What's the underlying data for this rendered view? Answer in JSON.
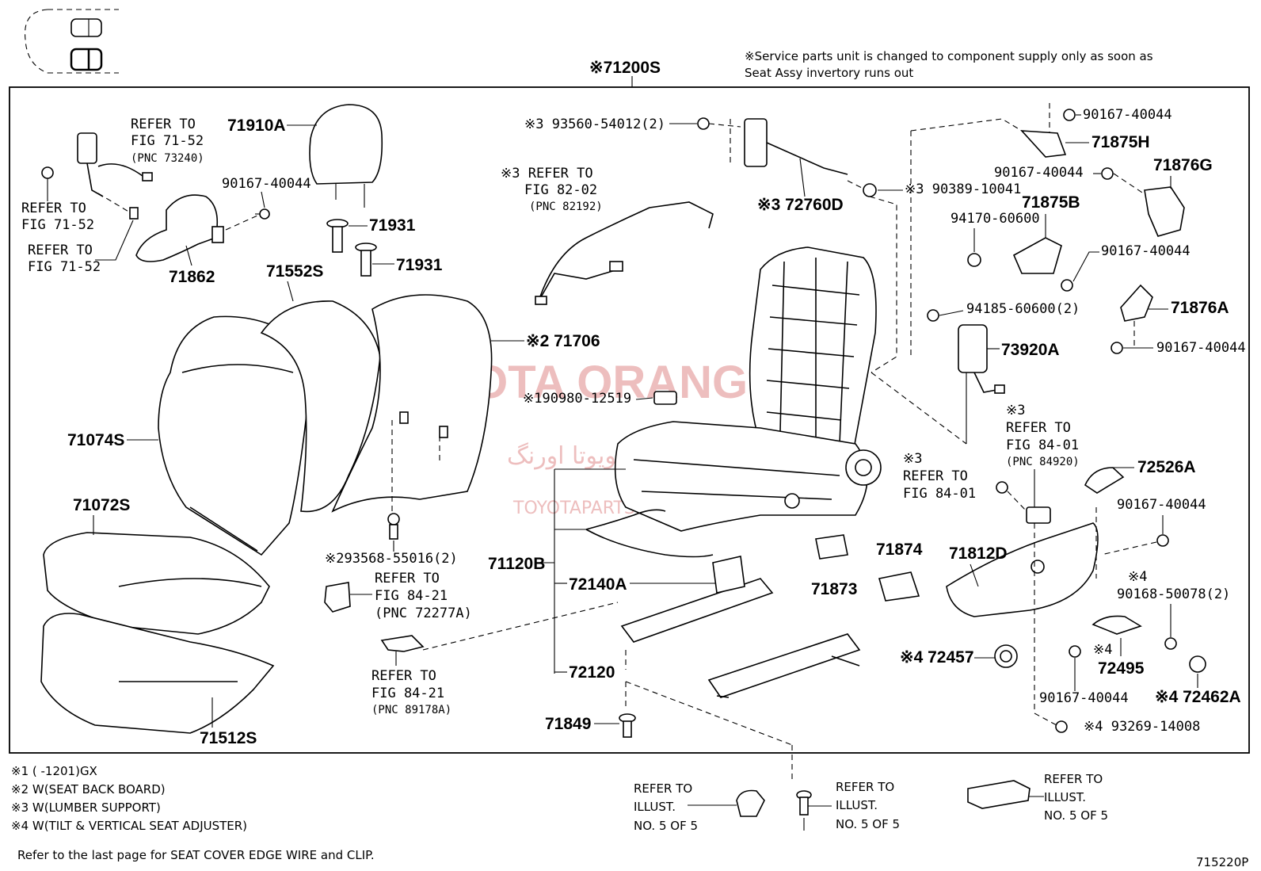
{
  "header": {
    "service_note_line1": "※Service parts unit is changed to component supply only as soon as",
    "service_note_line2": "Seat Assy invertory runs out",
    "assembly_label": "※71200S"
  },
  "parts": {
    "p71910A": "71910A",
    "p71931a": "71931",
    "p71931b": "71931",
    "p71862": "71862",
    "p71552S": "71552S",
    "p71706": "※2 71706",
    "p71074S": "71074S",
    "p71072S": "71072S",
    "p71512S": "71512S",
    "p93568": "※293568-55016(2)",
    "p90167_a": "90167-40044",
    "p93560": "※3 93560-54012(2)",
    "p72760D": "※3 72760D",
    "p90389": "※3 90389-10041",
    "p190980": "※190980-12519",
    "p71120B": "71120B",
    "p72140A": "72140A",
    "p72120": "72120",
    "p71849": "71849",
    "p90167_b": "90167-40044",
    "p71875H": "71875H",
    "p90167_c": "90167-40044",
    "p71876G": "71876G",
    "p71875B": "71875B",
    "p94170": "94170-60600",
    "p90167_d": "90167-40044",
    "p94185": "94185-60600(2)",
    "p71876A": "71876A",
    "p73920A": "73920A",
    "p90167_e": "90167-40044",
    "p72526A": "72526A",
    "p90167_f": "90167-40044",
    "p71873": "71873",
    "p71874": "71874",
    "p71812D": "71812D",
    "x4a": "※4",
    "p90168": "90168-50078(2)",
    "p72457": "※4 72457",
    "x4b": "※4",
    "p72495": "72495",
    "p90167_g": "90167-40044",
    "p72462A": "※4 72462A",
    "p93269": "※4  93269-14008"
  },
  "refers": {
    "seatbelt": [
      "REFER TO",
      "FIG 71-52",
      "(PNC 73240)"
    ],
    "fig7152_a": [
      "REFER TO",
      "FIG 71-52"
    ],
    "fig7152_b": [
      "REFER TO",
      "FIG 71-52"
    ],
    "fig8202": [
      "※3 REFER TO",
      "FIG 82-02",
      "(PNC 82192)"
    ],
    "fig8421_a": [
      "REFER TO",
      "FIG 84-21",
      "(PNC 72277A)"
    ],
    "fig8421_b": [
      "REFER TO",
      "FIG 84-21",
      "(PNC 89178A)"
    ],
    "fig8401_a": [
      "※3",
      "REFER TO",
      "FIG 84-01",
      "(PNC 84920)"
    ],
    "fig8401_b": [
      "※3",
      "REFER TO",
      "FIG 84-01"
    ],
    "illust1": [
      "REFER TO",
      "ILLUST.",
      "NO. 5 OF 5"
    ],
    "illust2": [
      "REFER TO",
      "ILLUST.",
      "NO. 5 OF 5"
    ],
    "illust3": [
      "REFER TO",
      "ILLUST.",
      "NO. 5 OF 5"
    ]
  },
  "footnotes": [
    "※1 (      -1201)GX",
    "※2 W(SEAT BACK BOARD)",
    "※3 W(LUMBER SUPPORT)",
    "※4 W(TILT & VERTICAL SEAT ADJUSTER)"
  ],
  "bottom_note": "Refer to the last page for SEAT COVER EDGE WIRE and CLIP.",
  "figure_code": "715220P",
  "watermark": {
    "main": "TOYOTA ORANG",
    "persian": "تویوتا اورنگ",
    "sub": "TOYOTAPARTS.IR"
  },
  "colors": {
    "watermark": "#e08a8a",
    "line": "#000000"
  }
}
